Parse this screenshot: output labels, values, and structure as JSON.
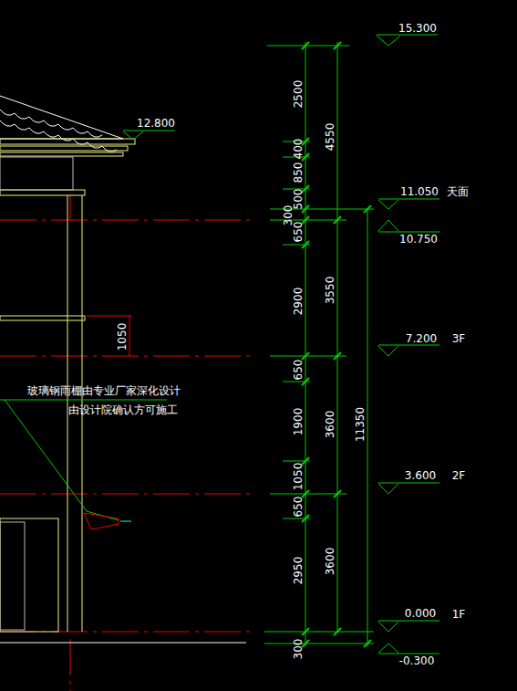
{
  "diagram": {
    "labels": [
      "15.300",
      "2500",
      "4550",
      "12.800",
      "400",
      "850",
      "500",
      "11.050",
      "天面",
      "300",
      "10.750",
      "650",
      "3550",
      "2900",
      "1050",
      "7.200",
      "3F",
      "650",
      "玻璃钢雨棚由专业厂家深化设计",
      "由设计院确认方可施工",
      "1900",
      "3600",
      "11350",
      "3.600",
      "2F",
      "1050",
      "650",
      "2950",
      "3600",
      "0.000",
      "1F",
      "300",
      "-0.300"
    ]
  }
}
